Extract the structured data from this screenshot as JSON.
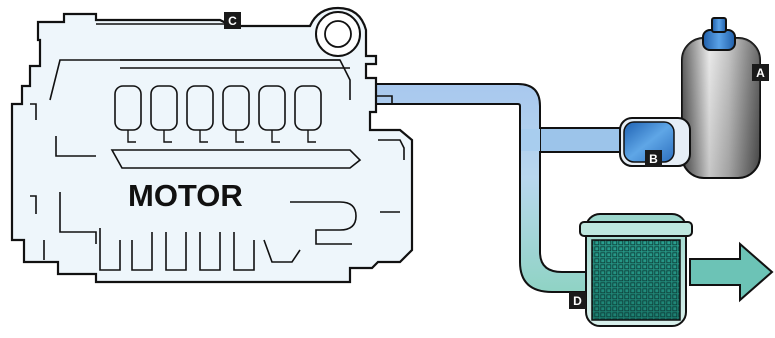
{
  "diagram": {
    "motor_label": "MOTOR",
    "markers": {
      "a": "A",
      "b": "B",
      "c": "C",
      "d": "D"
    },
    "colors": {
      "engine_fill": "#eef6fb",
      "outline": "#111111",
      "pipe_blue": "#8fb8e6",
      "pipe_teal": "#7fc9bd",
      "unit_b": "#2f7ec2",
      "tank_gray": "#7c7c7c",
      "cap_blue": "#3279c6",
      "filter_teal": "#2e9c8c",
      "arrow_teal": "#6cc3b6",
      "marker_bg": "#1a1a1a"
    }
  }
}
